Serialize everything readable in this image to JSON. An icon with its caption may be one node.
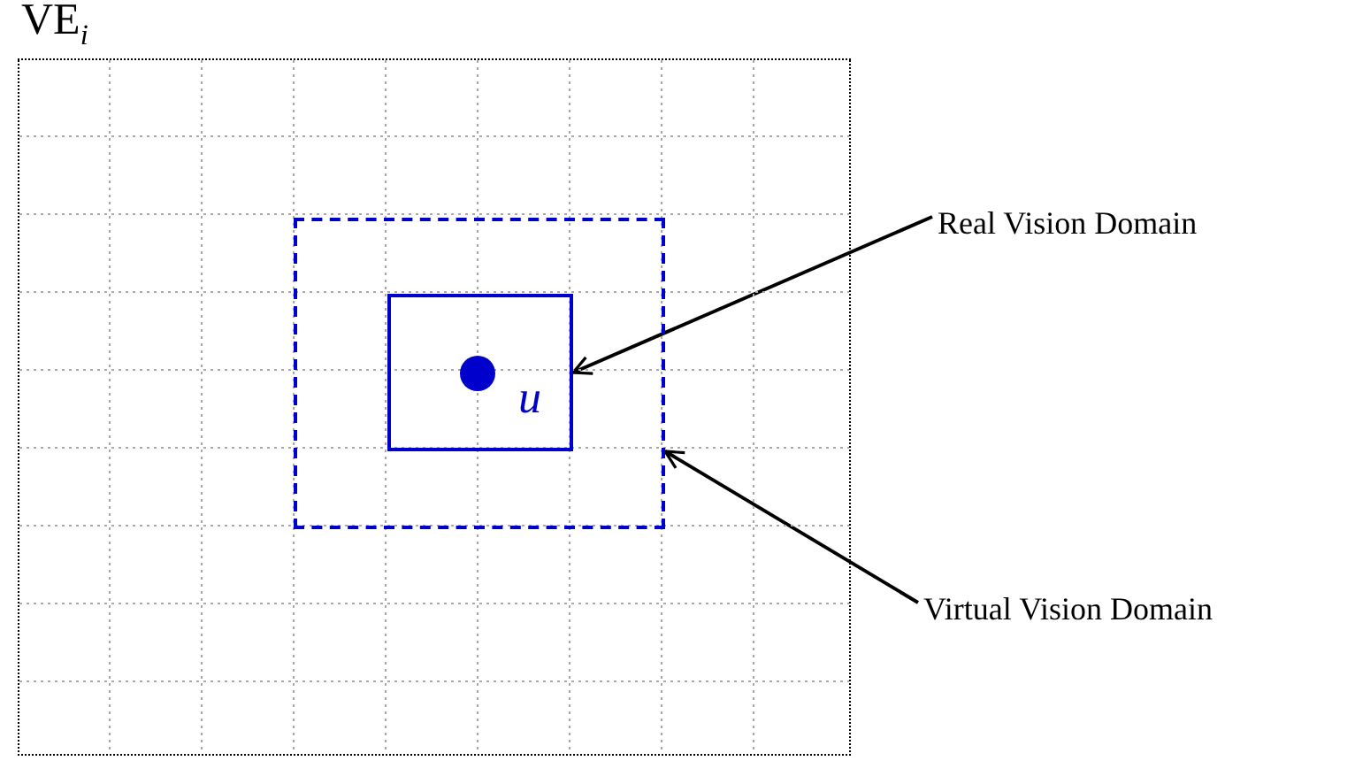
{
  "diagram": {
    "nodes": [
      {
        "text": [
          "VE$_{i}$"
        ]
      },
      {
        "text": [],
        "shape": "box",
        "in": 0
      },
      {
        "text": [],
        "shape": "box",
        "in": 1
      },
      {
        "text": [],
        "shape": "circle",
        "in": 2,
        "beside": [
          "u"
        ]
      },
      {
        "text": [
          "Real Vision Domain"
        ]
      },
      {
        "text": [
          "Virtual Vision Domain"
        ]
      }
    ],
    "edges": [
      {
        "from": 4,
        "to": 2,
        "arrow": "to"
      },
      {
        "from": 5,
        "to": 1,
        "arrow": "to"
      }
    ]
  }
}
